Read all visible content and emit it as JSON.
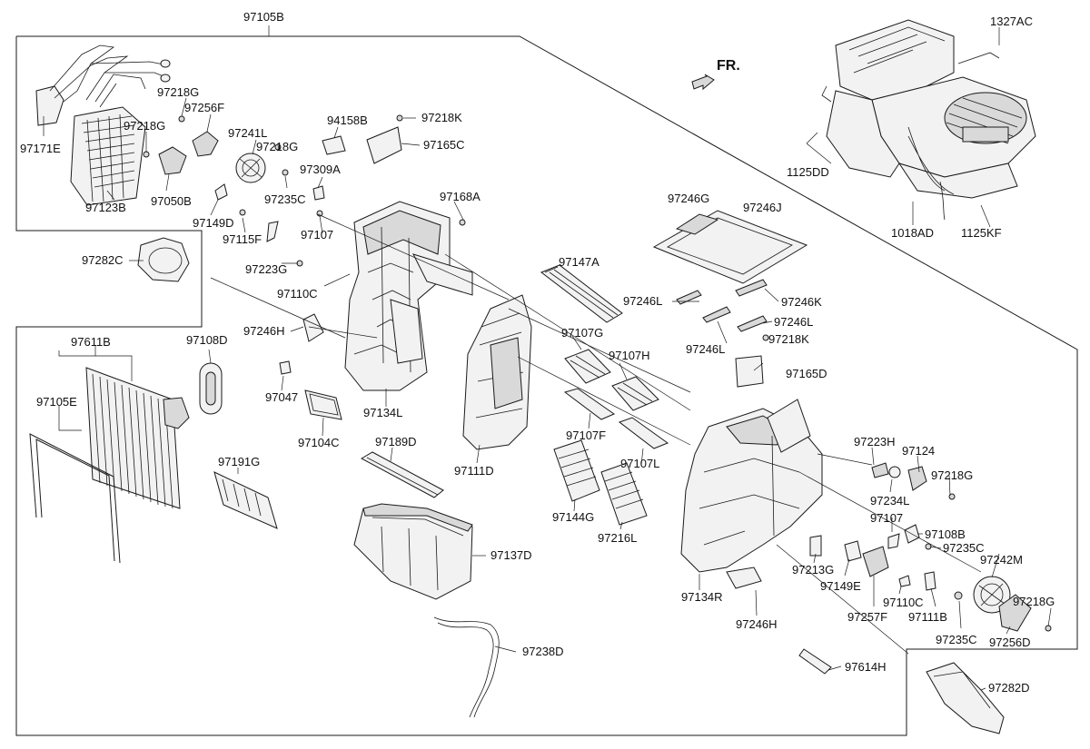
{
  "direction_label": "FR.",
  "labels": {
    "l_97105B": "97105B",
    "l_1327AC": "1327AC",
    "l_97218G_a": "97218G",
    "l_97256F": "97256F",
    "l_97218G_b": "97218G",
    "l_97241L": "97241L",
    "l_97218G_c": "97218G",
    "l_94158B": "94158B",
    "l_97218K_a": "97218K",
    "l_97165C": "97165C",
    "l_97171E": "97171E",
    "l_97309A": "97309A",
    "l_97050B": "97050B",
    "l_97235C_a": "97235C",
    "l_97123B": "97123B",
    "l_97149D": "97149D",
    "l_97168A": "97168A",
    "l_97107_a": "97107",
    "l_97115F": "97115F",
    "l_1125DD": "1125DD",
    "l_97246G": "97246G",
    "l_97246J": "97246J",
    "l_1018AD": "1018AD",
    "l_1125KF": "1125KF",
    "l_97282C": "97282C",
    "l_97223G": "97223G",
    "l_97147A": "97147A",
    "l_97110C_a": "97110C",
    "l_97246L_a": "97246L",
    "l_97246K": "97246K",
    "l_97246H_a": "97246H",
    "l_97246L_b": "97246L",
    "l_97108D": "97108D",
    "l_97611B": "97611B",
    "l_97107G": "97107G",
    "l_97246L_c": "97246L",
    "l_97218K_b": "97218K",
    "l_97107H": "97107H",
    "l_97047": "97047",
    "l_97165D": "97165D",
    "l_97105E": "97105E",
    "l_97134L": "97134L",
    "l_97107F": "97107F",
    "l_97104C": "97104C",
    "l_97189D": "97189D",
    "l_97223H": "97223H",
    "l_97111D": "97111D",
    "l_97124": "97124",
    "l_97191G": "97191G",
    "l_97107L": "97107L",
    "l_97218G_d": "97218G",
    "l_97234L": "97234L",
    "l_97144G": "97144G",
    "l_97216L": "97216L",
    "l_97107_b": "97107",
    "l_97108B": "97108B",
    "l_97137D": "97137D",
    "l_97235C_b": "97235C",
    "l_97213G": "97213G",
    "l_97242M": "97242M",
    "l_97134R": "97134R",
    "l_97149E": "97149E",
    "l_97110C_b": "97110C",
    "l_97218G_e": "97218G",
    "l_97257F": "97257F",
    "l_97111B": "97111B",
    "l_97246H_b": "97246H",
    "l_97235C_c": "97235C",
    "l_97256D": "97256D",
    "l_97238D": "97238D",
    "l_97614H": "97614H",
    "l_97282D": "97282D"
  }
}
